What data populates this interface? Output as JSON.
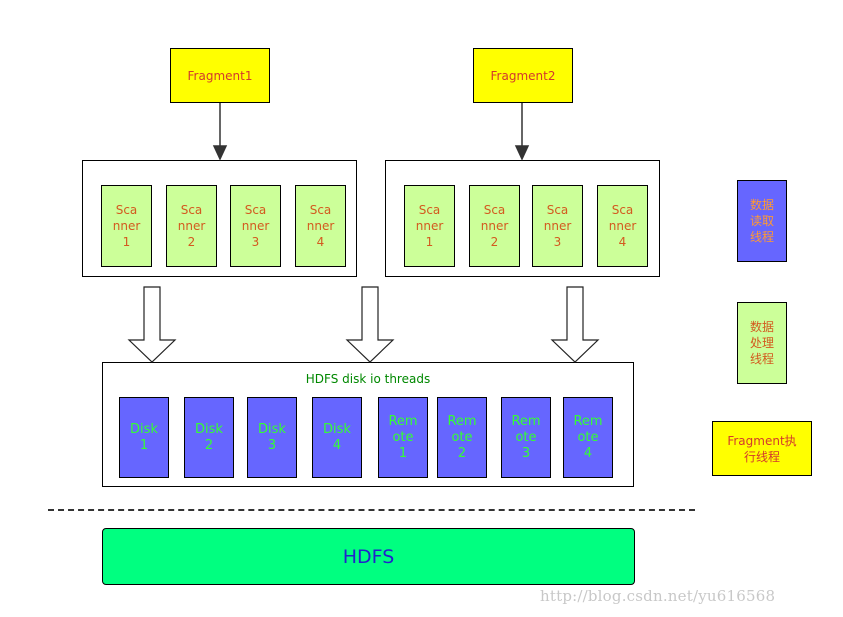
{
  "fragments": [
    {
      "label": "Fragment1"
    },
    {
      "label": "Fragment2"
    }
  ],
  "scanner_groups": [
    {
      "scanners": [
        [
          "Sca",
          "nner",
          "1"
        ],
        [
          "Sca",
          "nner",
          "2"
        ],
        [
          "Sca",
          "nner",
          "3"
        ],
        [
          "Sca",
          "nner",
          "4"
        ]
      ]
    },
    {
      "scanners": [
        [
          "Sca",
          "nner",
          "1"
        ],
        [
          "Sca",
          "nner",
          "2"
        ],
        [
          "Sca",
          "nner",
          "3"
        ],
        [
          "Sca",
          "nner",
          "4"
        ]
      ]
    }
  ],
  "io": {
    "title": "HDFS disk io threads",
    "threads": [
      [
        "Disk",
        "1"
      ],
      [
        "Disk",
        "2"
      ],
      [
        "Disk",
        "3"
      ],
      [
        "Disk",
        "4"
      ],
      [
        "Rem",
        "ote",
        "1"
      ],
      [
        "Rem",
        "ote",
        "2"
      ],
      [
        "Rem",
        "ote",
        "3"
      ],
      [
        "Rem",
        "ote",
        "4"
      ]
    ]
  },
  "hdfs": {
    "label": "HDFS"
  },
  "legend": {
    "read": [
      "数据",
      "读取",
      "线程"
    ],
    "process": [
      "数据",
      "处理",
      "线程"
    ],
    "exec": [
      "Fragment执",
      "行线程"
    ]
  },
  "watermark": "http://blog.csdn.net/yu616568",
  "colors": {
    "fragment": "#ffff00",
    "scanner": "#ccff99",
    "disk_thread": "#6666ff",
    "hdfs": "#00ff80"
  }
}
